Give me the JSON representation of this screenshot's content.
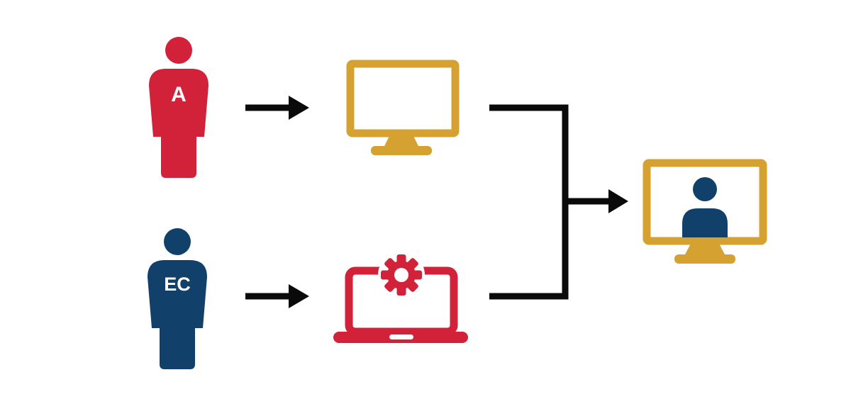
{
  "diagram": {
    "background": "#FFFFFF",
    "colors": {
      "red": "#D22239",
      "navy": "#11406B",
      "gold": "#D5A231",
      "black": "#0A0A0A",
      "white": "#FFFFFF"
    },
    "nodes": {
      "person_a": {
        "label": "A",
        "icon": "person-icon",
        "color": "#D22239"
      },
      "person_ec": {
        "label": "EC",
        "icon": "person-icon",
        "color": "#11406B"
      },
      "monitor": {
        "icon": "monitor-icon",
        "color": "#D5A231"
      },
      "laptop": {
        "icon": "laptop-gear-icon",
        "color": "#D22239"
      },
      "video_monitor": {
        "icon": "monitor-person-icon",
        "frame_color": "#D5A231",
        "person_color": "#11406B"
      }
    },
    "connections": [
      {
        "from": "person_a",
        "to": "monitor",
        "type": "arrow"
      },
      {
        "from": "person_ec",
        "to": "laptop",
        "type": "arrow"
      },
      {
        "from": "monitor",
        "to": "merge-bracket",
        "type": "line"
      },
      {
        "from": "laptop",
        "to": "merge-bracket",
        "type": "line"
      },
      {
        "from": "merge-bracket",
        "to": "video_monitor",
        "type": "arrow"
      }
    ]
  }
}
